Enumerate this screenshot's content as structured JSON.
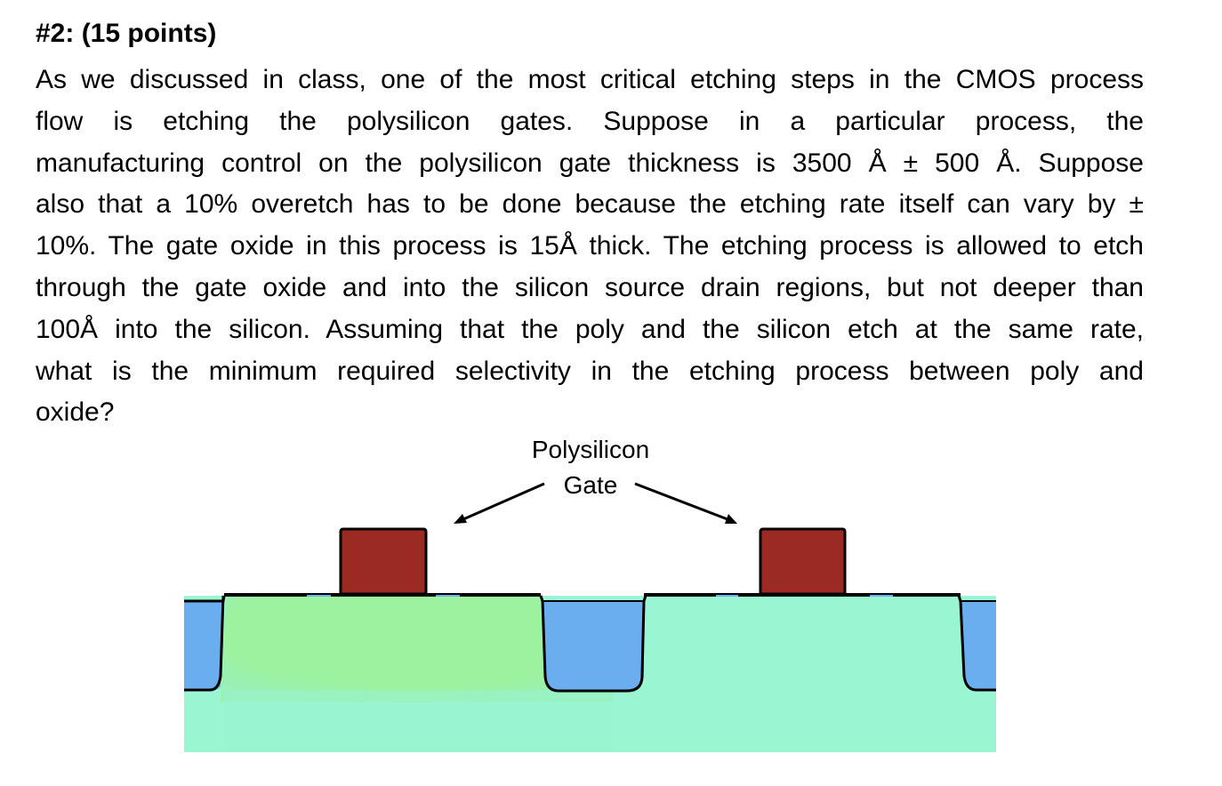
{
  "heading": "#2: (15 points)",
  "problem_lines": [
    "As we discussed in class, one of the most critical etching steps in the CMOS process",
    "flow is etching the polysilicon gates. Suppose in a particular process, the",
    "manufacturing control on the polysilicon gate thickness is 3500 Å ± 500 Å. Suppose",
    "also that a 10% overetch has to be done because the etching rate itself can vary by ±",
    "10%. The gate oxide in this process is 15Å thick. The etching process is allowed to etch",
    "through the gate oxide and into the silicon source drain regions, but not deeper than",
    "100Å into the silicon. Assuming that the poly and the silicon etch at the same rate,",
    "what is the minimum required selectivity in the etching process between poly and",
    "oxide?"
  ],
  "figure": {
    "label_line1": "Polysilicon",
    "label_line2": "Gate",
    "colors": {
      "poly_gate": "#9b2b22",
      "isolation_oxide": "#6aaef0",
      "active_left": "#9cf29e",
      "substrate": "#99f5d2",
      "outline": "#000000"
    }
  }
}
